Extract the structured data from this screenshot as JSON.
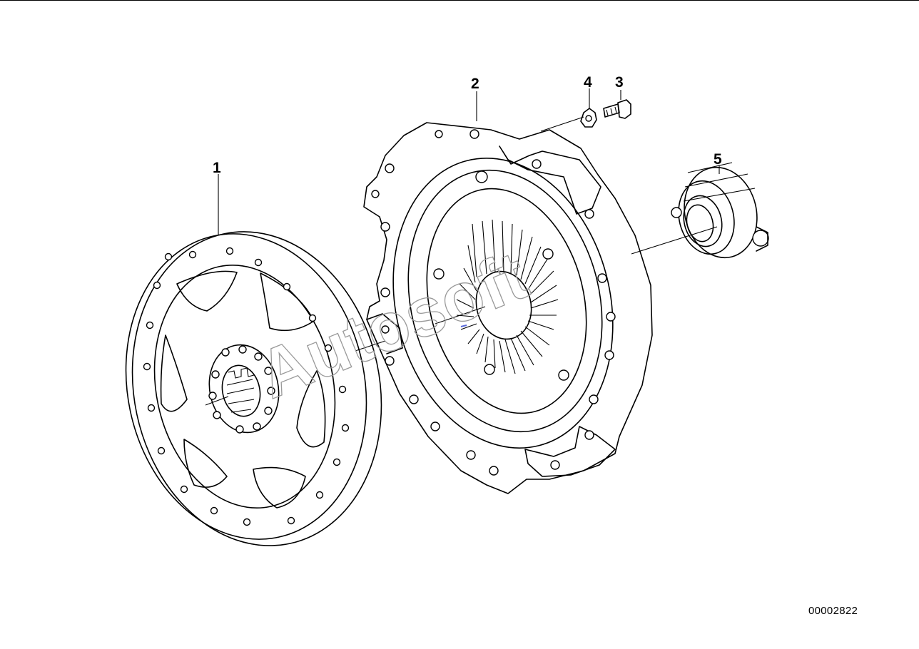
{
  "callouts": {
    "part1": "1",
    "part2": "2",
    "part3": "3",
    "part4": "4",
    "part5": "5"
  },
  "watermark": "Autosoft",
  "diagram_code": "00002822",
  "parts": [
    {
      "number": "1",
      "name": "clutch-disc-icon"
    },
    {
      "number": "2",
      "name": "clutch-pressure-plate-icon"
    },
    {
      "number": "3",
      "name": "bolt-icon"
    },
    {
      "number": "4",
      "name": "lock-washer-icon"
    },
    {
      "number": "5",
      "name": "release-bearing-icon"
    }
  ]
}
